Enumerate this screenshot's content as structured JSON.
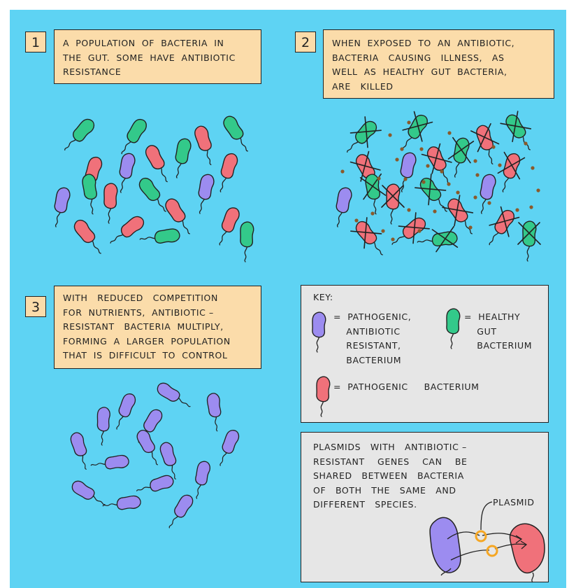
{
  "step1": {
    "number": "1",
    "text": "A  POPULATION  OF  BACTERIA  IN\nTHE  GUT.  SOME  HAVE  ANTIBIOTIC\nRESISTANCE"
  },
  "step2": {
    "number": "2",
    "text": "WHEN  EXPOSED  TO  AN  ANTIBIOTIC,\nBACTERIA   CAUSING   ILLNESS,   AS\nWELL  AS  HEALTHY  GUT  BACTERIA,\nARE   KILLED"
  },
  "step3": {
    "number": "3",
    "text": "WITH   REDUCED   COMPETITION\nFOR  NUTRIENTS,  ANTIBIOTIC –\nRESISTANT   BACTERIA  MULTIPLY,\nFORMING  A  LARGER  POPULATION\nTHAT  IS  DIFFICULT  TO  CONTROL"
  },
  "key": {
    "title": "KEY:",
    "resistant": "=  PATHOGENIC,\n    ANTIBIOTIC\n    RESISTANT,\n    BACTERIUM",
    "healthy": "=  HEALTHY\n    GUT\n    BACTERIUM",
    "pathogenic": "=  PATHOGENIC     BACTERIUM"
  },
  "plasmid_box": {
    "text": "PLASMIDS   WITH   ANTIBIOTIC –\nRESISTANT    GENES    CAN    BE\nSHARED   BETWEEN   BACTERIA\nOF   BOTH   THE   SAME   AND\nDIFFERENT   SPECIES.",
    "label": "PLASMID"
  },
  "colors": {
    "background": "#5ed3f3",
    "note": "#fbdcaa",
    "pathogenic": "#f0717a",
    "healthy": "#33c98a",
    "resistant": "#9c8cf0",
    "plasmid": "#f5a623",
    "antibiotic": "#8a5a2b",
    "key_panel": "#e6e6e6"
  }
}
